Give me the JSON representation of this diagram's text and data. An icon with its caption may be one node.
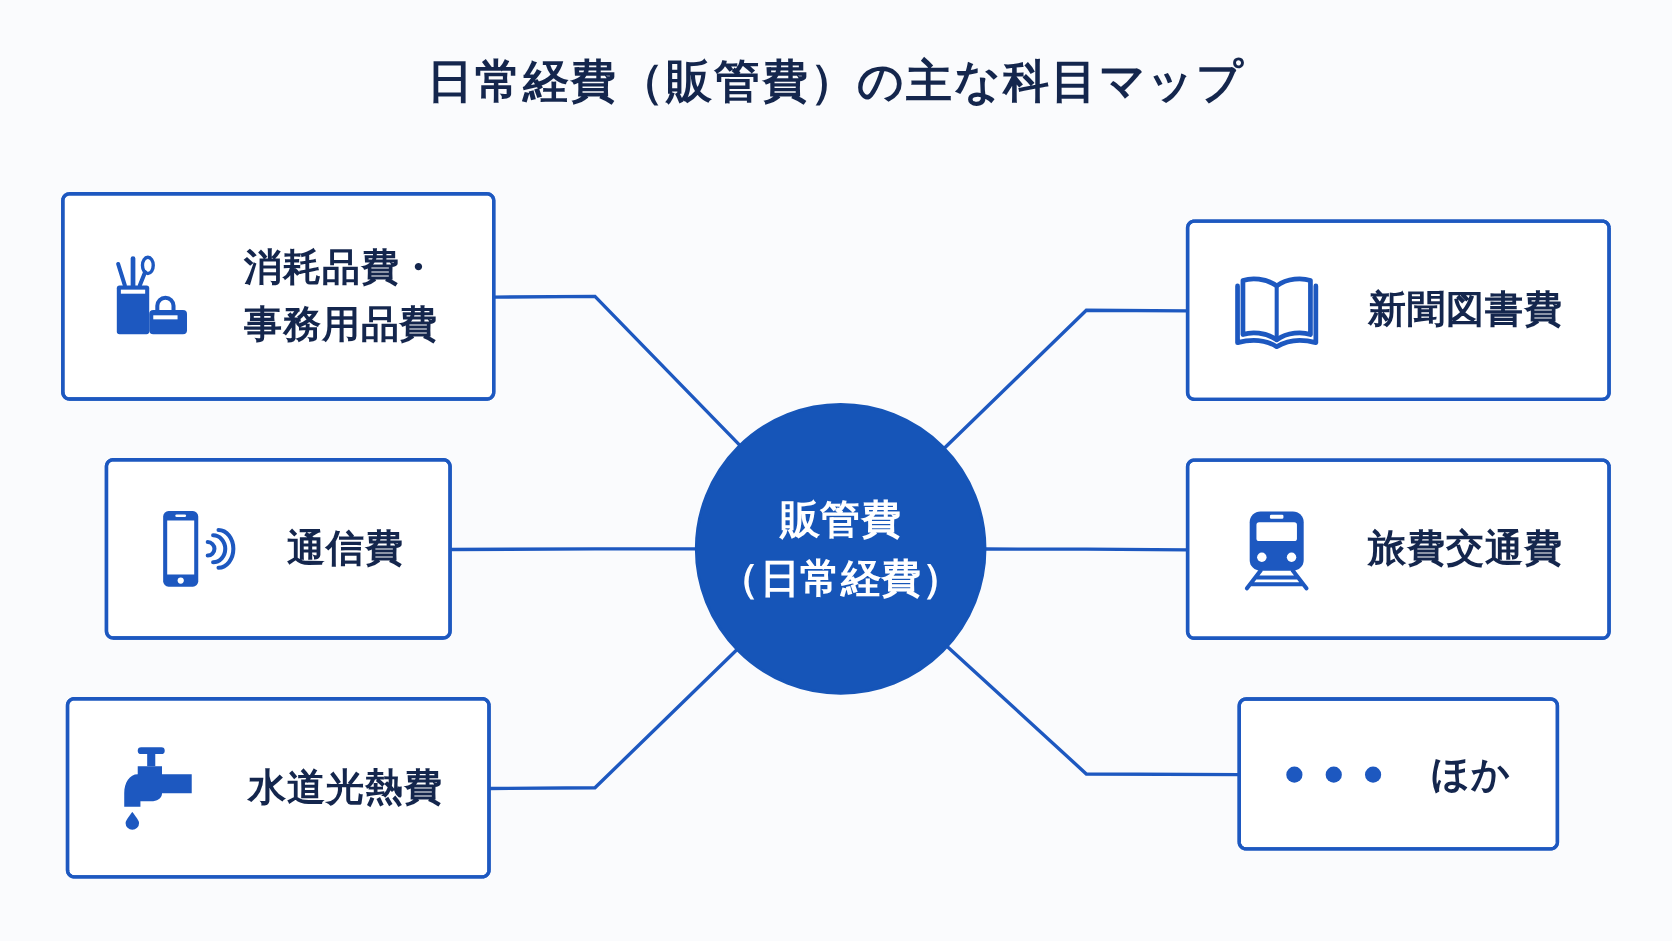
{
  "diagram": {
    "title": "日常経費（販管費）の主な科目マップ",
    "nodes": [
      {
        "text": [
          "消耗品費・事務用品費"
        ]
      },
      {
        "text": [
          "新聞図書費"
        ]
      },
      {
        "text": [
          "通信費"
        ]
      },
      {
        "text": [
          "販管費",
          "（日常経費）"
        ]
      },
      {
        "text": [
          "旅費交通費"
        ]
      },
      {
        "text": [
          "水道光熱費"
        ]
      },
      {
        "text": [
          "ほか"
        ]
      }
    ],
    "edges": [
      {
        "from": 0,
        "to": 3,
        "arrow": "none"
      },
      {
        "from": 3,
        "to": 1,
        "arrow": "none"
      },
      {
        "from": 2,
        "to": 3,
        "arrow": "none"
      },
      {
        "from": 3,
        "to": 4,
        "arrow": "none"
      },
      {
        "from": 5,
        "to": 3,
        "arrow": "none"
      },
      {
        "from": 3,
        "to": 6,
        "arrow": "none"
      }
    ]
  }
}
